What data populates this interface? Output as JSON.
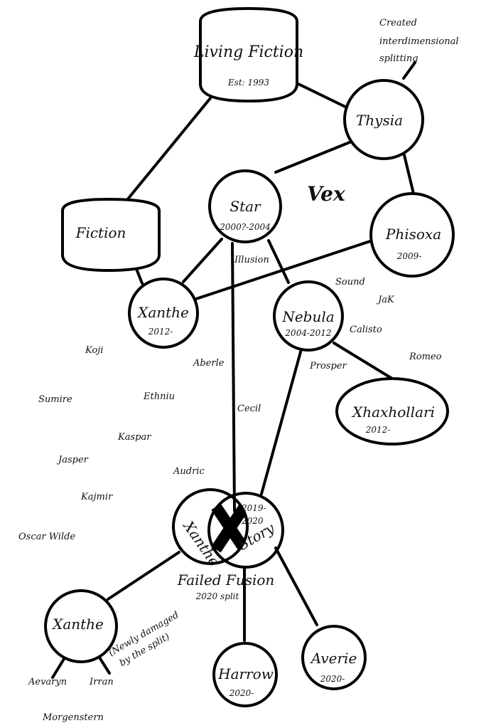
{
  "diagram": {
    "title": "Living Fiction relationship diagram",
    "colors": {
      "ink": "#000000",
      "background": "#ffffff"
    },
    "nodes": {
      "living_fiction": {
        "label": "Living Fiction",
        "sub": "Est: 1993",
        "shape": "cylinder"
      },
      "fiction": {
        "label": "Fiction",
        "sub": "",
        "shape": "cylinder"
      },
      "thysia": {
        "label": "Thysia",
        "sub": "",
        "shape": "circle"
      },
      "star": {
        "label": "Star",
        "sub": "2000?-2004",
        "shape": "circle"
      },
      "phisoxa": {
        "label": "Phisoxa",
        "sub": "2009-",
        "shape": "circle"
      },
      "xanthe_2012": {
        "label": "Xanthe",
        "sub": "2012-",
        "shape": "circle"
      },
      "nebula": {
        "label": "Nebula",
        "sub": "2004-2012",
        "shape": "circle"
      },
      "xhaxhollari": {
        "label": "Xhaxhollari",
        "sub": "2012-",
        "shape": "ellipse"
      },
      "fusion_xanthe": {
        "label": "Xanthe",
        "shape": "circle"
      },
      "fusion_story": {
        "label": "Story",
        "sub": "2019-",
        "sub2": "2020",
        "shape": "circle"
      },
      "xanthe_split": {
        "label": "Xanthe",
        "sub": "",
        "shape": "circle"
      },
      "harrow": {
        "label": "Harrow",
        "sub": "2020-",
        "shape": "circle"
      },
      "averie": {
        "label": "Averie",
        "sub": "2020-",
        "shape": "circle"
      }
    },
    "fusion": {
      "label": "Failed Fusion",
      "sub": "2020 split",
      "marker": "x-mark-icon"
    },
    "annotations": {
      "thysia_note": [
        "Created",
        "interdimensional",
        "splitting"
      ],
      "vex": "Vex",
      "split_note": [
        "(Newly damaged",
        "by the split)"
      ]
    },
    "free_labels": {
      "illusion": "Illusion",
      "sound": "Sound",
      "jak": "JaK",
      "calisto": "Calisto",
      "romeo": "Romeo",
      "prosper": "Prosper",
      "koji": "Koji",
      "aberle": "Aberle",
      "sumire": "Sumire",
      "ethniu": "Ethniu",
      "cecil": "Cecil",
      "kaspar": "Kaspar",
      "jasper": "Jasper",
      "audric": "Audric",
      "kajmir": "Kajmir",
      "oscar_wilde": "Oscar Wilde",
      "aevaryn": "Aevaryn",
      "irran": "Irran",
      "morgenstern": "Morgenstern"
    }
  }
}
